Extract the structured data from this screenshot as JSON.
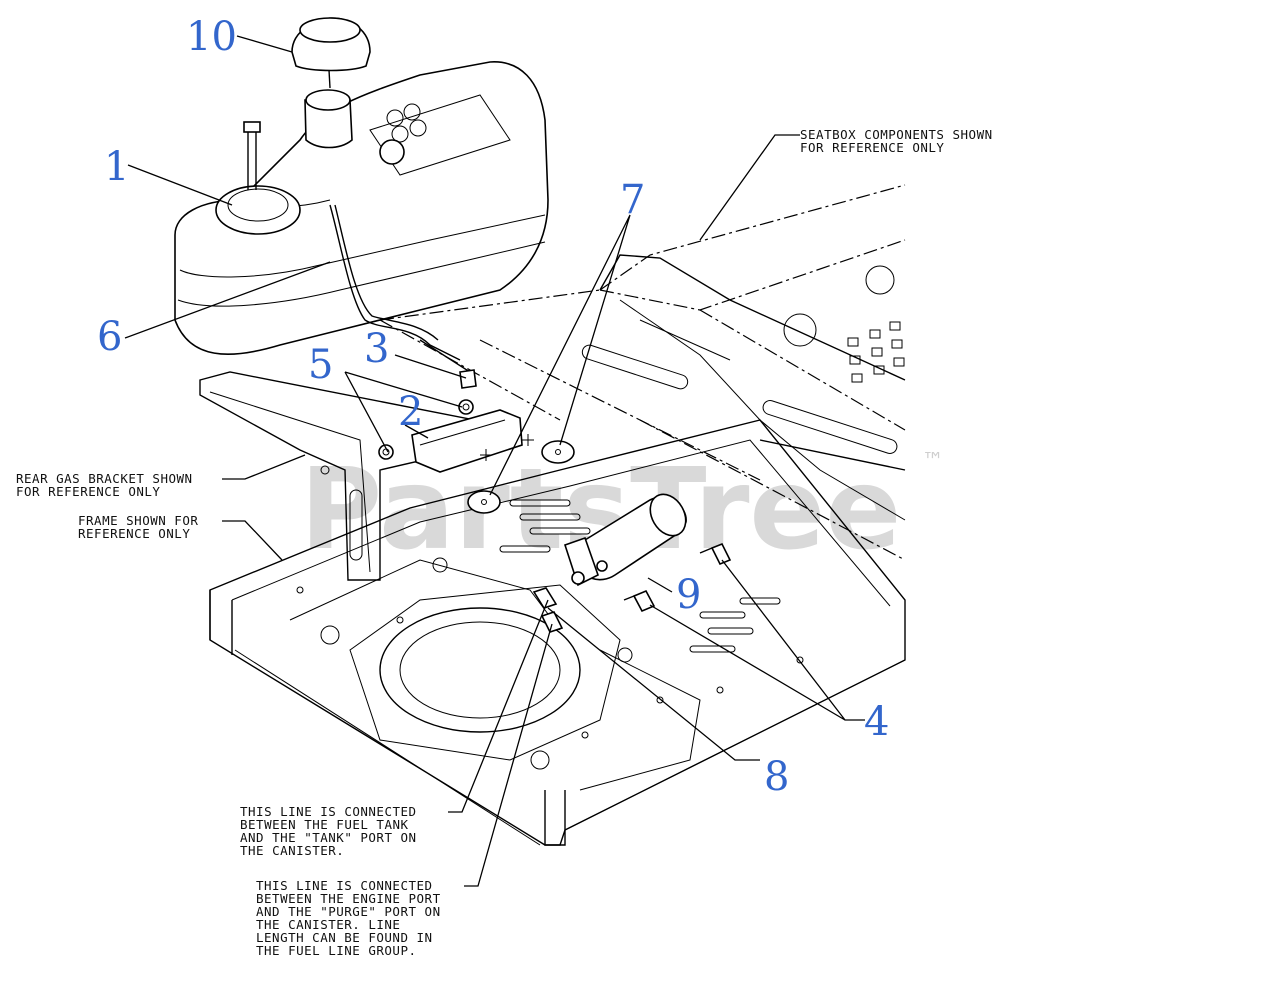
{
  "callouts": {
    "c1": "1",
    "c2": "2",
    "c3": "3",
    "c4": "4",
    "c5": "5",
    "c6": "6",
    "c7": "7",
    "c8": "8",
    "c9": "9",
    "c10": "10"
  },
  "notes": {
    "seatbox": [
      "SEATBOX COMPONENTS SHOWN",
      "FOR REFERENCE ONLY"
    ],
    "rear_bracket": [
      "REAR GAS BRACKET SHOWN",
      "FOR REFERENCE ONLY"
    ],
    "frame": [
      "FRAME SHOWN FOR",
      "REFERENCE ONLY"
    ],
    "fuel_line": [
      "THIS LINE IS CONNECTED",
      "BETWEEN THE FUEL TANK",
      "AND THE \"TANK\" PORT ON",
      "THE CANISTER."
    ],
    "purge_line": [
      "THIS LINE IS CONNECTED",
      "BETWEEN THE ENGINE PORT",
      "AND THE \"PURGE\" PORT ON",
      "THE CANISTER.  LINE",
      "LENGTH CAN BE FOUND IN",
      "THE FUEL LINE GROUP."
    ]
  },
  "watermark": {
    "text": "PartsTree",
    "tm": "™"
  }
}
